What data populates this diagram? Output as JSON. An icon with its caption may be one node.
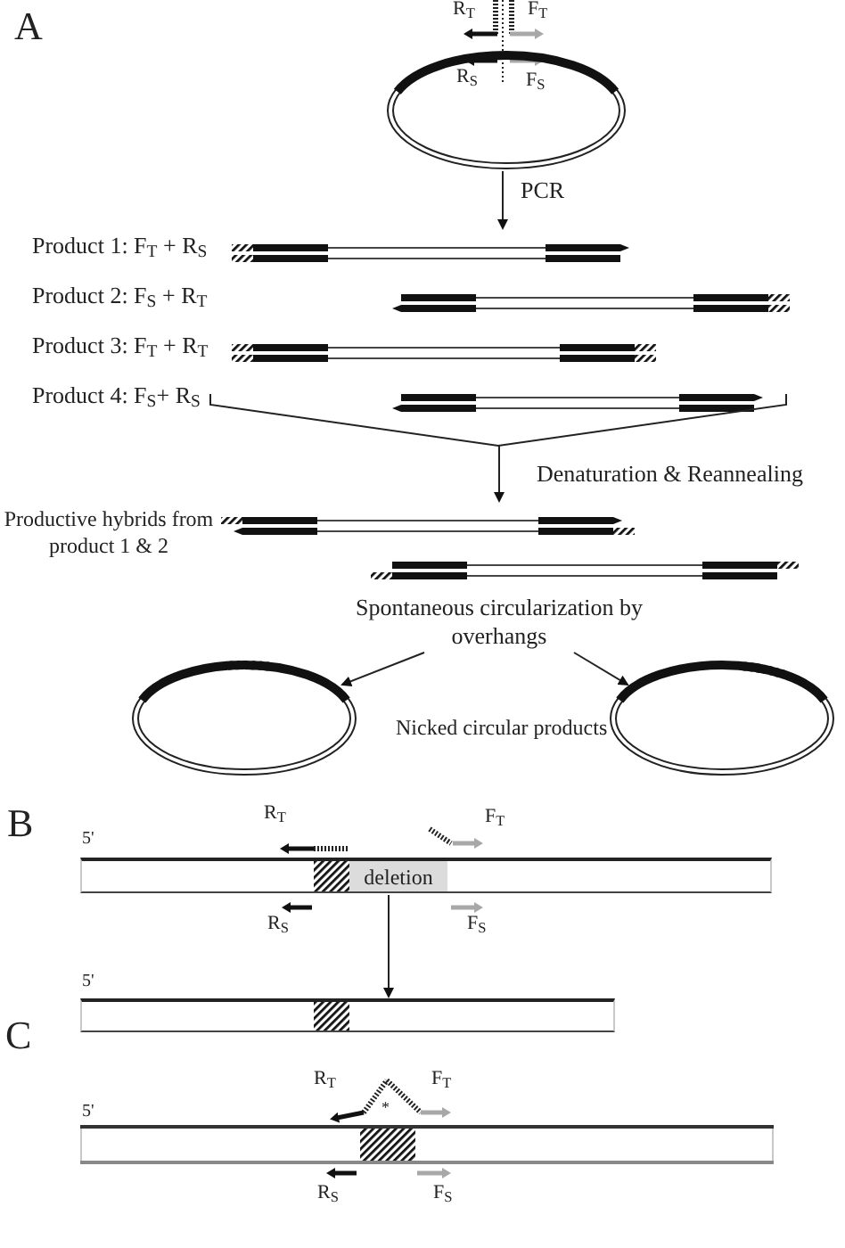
{
  "diagram": {
    "nodes": [
      {
        "text": [],
        "shape": "circle"
      },
      {
        "text": [
          "Product 1: F$_{T}$ + R$_{S}$"
        ]
      },
      {
        "text": [
          "Product 2: F$_{S}$ + R$_{T}$"
        ]
      },
      {
        "text": [
          "Product 3: F$_{T}$ + R$_{T}$"
        ]
      },
      {
        "text": [
          "Product 4: F$_{S}$+ R$_{S}$"
        ]
      },
      {
        "text": [],
        "shape": "bracket"
      },
      {
        "text": [
          "Productive hybrids from product 1 & 2"
        ]
      },
      {
        "text": [
          "Spontaneous circularization by overhangs"
        ]
      },
      {
        "text": [],
        "shape": "circle"
      },
      {
        "text": [],
        "shape": "circle"
      },
      {
        "text": [],
        "shape": "bar"
      },
      {
        "text": [
          "deletion"
        ],
        "in": 10
      },
      {
        "text": [],
        "shape": "bar"
      }
    ],
    "edges": [
      {
        "from": 0,
        "to": 1,
        "arrow": "to",
        "label": "PCR"
      },
      {
        "from": 5,
        "to": 6,
        "arrow": "to",
        "label": "Denaturation & Reannealing"
      },
      {
        "from": 7,
        "to": 8,
        "arrow": "to"
      },
      {
        "from": 7,
        "to": 9,
        "arrow": "to"
      },
      {
        "from": 10,
        "to": 12,
        "arrow": "to"
      }
    ],
    "labels": [
      "A",
      "R$_{T}$",
      "F$_{T}$",
      "R$_{S}$",
      "F$_{S}$",
      "Nicked circular products",
      "B",
      "R$_{T}$",
      "F$_{T}$",
      "5'",
      "R$_{S}$",
      "F$_{S}$",
      "5'",
      "C",
      "R$_{T}$",
      "F$_{T}$",
      "*",
      "5'",
      "R$_{S}$",
      "F$_{S}$"
    ]
  }
}
